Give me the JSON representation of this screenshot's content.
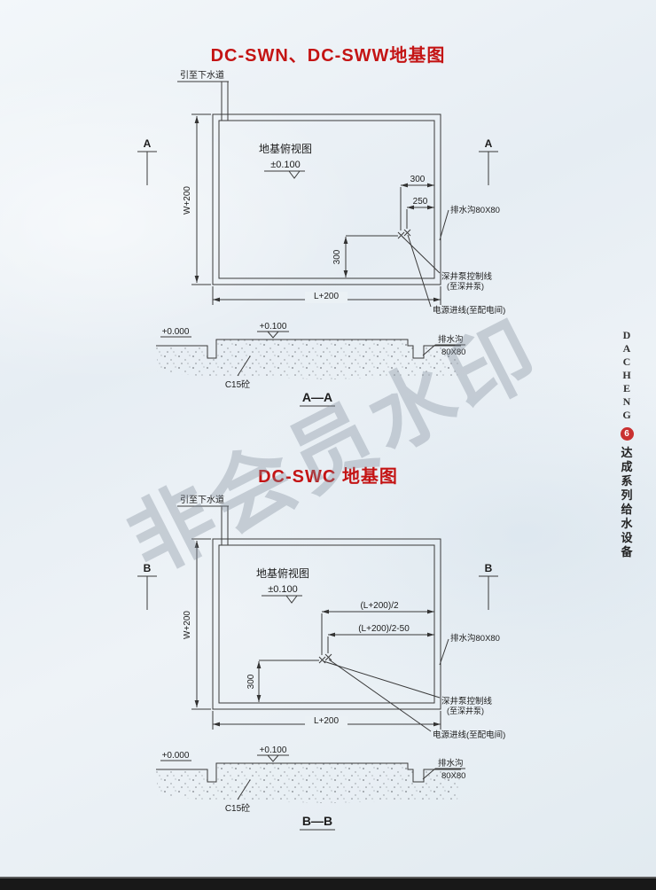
{
  "colors": {
    "title_red": "#c41414",
    "badge_red": "#c93030",
    "line": "#3a3a3a",
    "background": "#e9f0f5",
    "watermark_gray": "#7d8a98"
  },
  "watermark": {
    "text": "非会员水印"
  },
  "sidebar": {
    "letters": [
      "D",
      "A",
      "C",
      "H",
      "E",
      "N",
      "G"
    ],
    "page_badge": "6",
    "series": [
      "达",
      "成",
      "系",
      "列",
      "给",
      "水",
      "设",
      "备"
    ]
  },
  "d1": {
    "title": "DC-SWN、DC-SWW地基图",
    "sewer": "引至下水道",
    "plan_label": "地基俯视图",
    "plan_level": "±0.100",
    "dim_w": "W+200",
    "dim_l": "L+200",
    "dim_a": "300",
    "dim_b": "250",
    "dim_c": "300",
    "drain": "排水沟80X80",
    "pump1": "深井泵控制线",
    "pump2": "(至深井泵)",
    "power": "电源进线(至配电间)",
    "sec": "A",
    "s_lv0": "+0.000",
    "s_lv1": "+0.100",
    "s_concrete": "C15砼",
    "s_drain1": "排水沟",
    "s_drain2": "80X80",
    "s_title": "A—A"
  },
  "d2": {
    "title": "DC-SWC 地基图",
    "sewer": "引至下水道",
    "plan_label": "地基俯视图",
    "plan_level": "±0.100",
    "dim_w": "W+200",
    "dim_l": "L+200",
    "dim_a": "(L+200)/2",
    "dim_b": "(L+200)/2-50",
    "dim_c": "300",
    "drain": "排水沟80X80",
    "pump1": "深井泵控制线",
    "pump2": "(至深井泵)",
    "power": "电源进线(至配电间)",
    "sec": "B",
    "s_lv0": "+0.000",
    "s_lv1": "+0.100",
    "s_concrete": "C15砼",
    "s_drain1": "排水沟",
    "s_drain2": "80X80",
    "s_title": "B—B"
  }
}
